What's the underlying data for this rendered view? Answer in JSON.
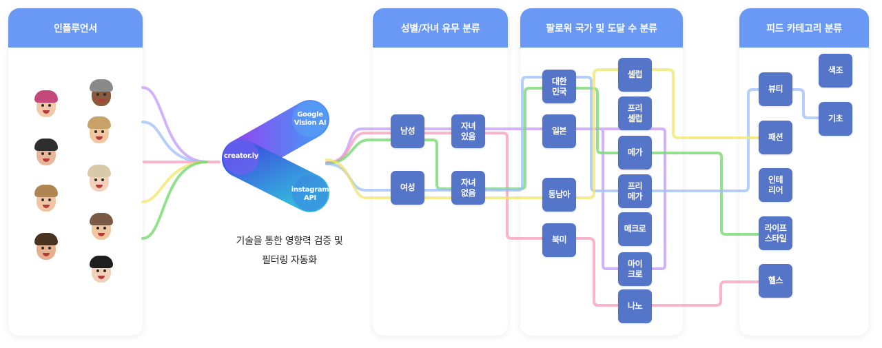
{
  "panels": {
    "influencer": {
      "title": "인플루언서"
    },
    "gender": {
      "title": "성별/자녀 유무 분류"
    },
    "follower": {
      "title": "팔로워 국가 및 도달 수 분류"
    },
    "feed": {
      "title": "피드 카테고리 분류"
    }
  },
  "influencer_avatars": [
    {
      "name": "avatar-pink-beanie"
    },
    {
      "name": "avatar-gray-beanie"
    },
    {
      "name": "avatar-blonde-peace"
    },
    {
      "name": "avatar-cap-glasses"
    },
    {
      "name": "avatar-cream-cap-thumbsup"
    },
    {
      "name": "avatar-blonde-earrings"
    },
    {
      "name": "avatar-glasses-waving"
    },
    {
      "name": "avatar-curly-hair"
    },
    {
      "name": "avatar-black-hair-wink"
    }
  ],
  "engine": {
    "nodes": {
      "creatorly": "creator.ly",
      "google": "Google\nVision AI",
      "instagram": "instagram\nAPI"
    },
    "caption_line1": "기술을 통한 영향력 검증 및",
    "caption_line2": "필터링 자동화"
  },
  "gender_nodes": {
    "male": "남성",
    "female": "여성",
    "has_children": "자녀\n있음",
    "no_children": "자녀\n없음"
  },
  "country_nodes": {
    "korea": "대한\n민국",
    "japan": "일본",
    "sea": "동남아",
    "na": "북미"
  },
  "reach_nodes": {
    "celeb": "셀럽",
    "pre_celeb": "프리\n셀럽",
    "mega": "메가",
    "pre_mega": "프리\n메가",
    "macro": "메크로",
    "micro": "마이\n크로",
    "nano": "나노"
  },
  "feed_nodes": {
    "beauty": "뷰티",
    "fashion": "패션",
    "interior": "인테\n리어",
    "lifestyle": "라이프\n스타일",
    "health": "헬스",
    "color": "색조",
    "basic": "기초"
  },
  "line_colors": {
    "purple": "#c39af7",
    "blue": "#9dbdf8",
    "pink": "#f99bbd",
    "yellow": "#f0e56a",
    "green": "#6fd66a"
  },
  "colors": {
    "header": "#6999f5",
    "node": "#5575c9"
  }
}
